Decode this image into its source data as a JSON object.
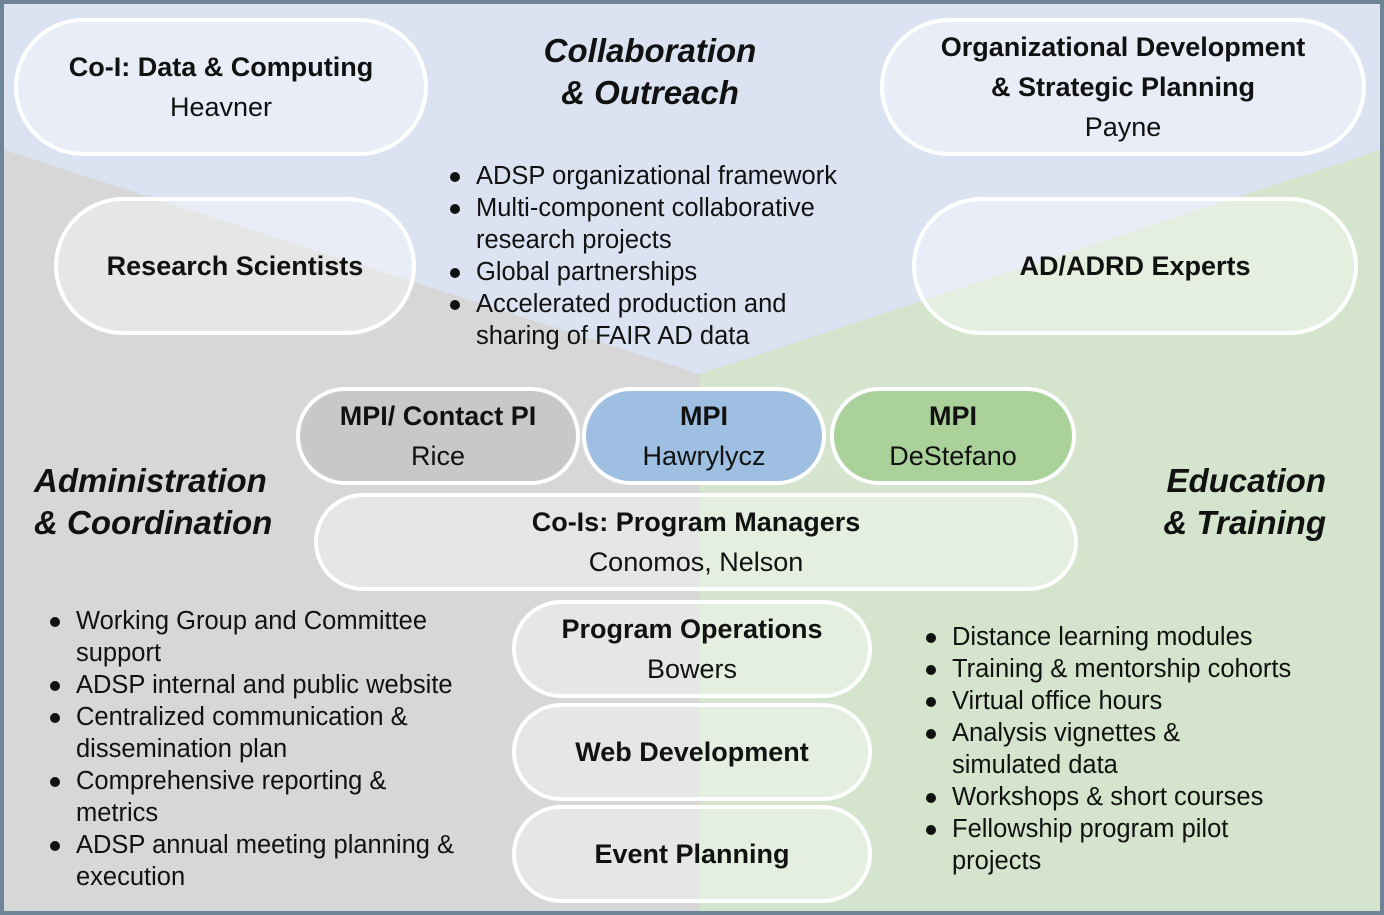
{
  "colors": {
    "top_region": "#dbe3f2",
    "left_region": "#d7d7d7",
    "right_region": "#d5e5cd",
    "frame_border": "#6f8496",
    "mpi_rice": "#c8c8c8",
    "mpi_hawrylycz": "#9ebfe2",
    "mpi_destefano": "#aad19a"
  },
  "sections": {
    "collaboration": {
      "line1": "Collaboration",
      "line2": "& Outreach"
    },
    "administration": {
      "line1": "Administration",
      "line2": "& Coordination"
    },
    "education": {
      "line1": "Education",
      "line2": "& Training"
    }
  },
  "pills": {
    "data_computing": {
      "title": "Co-I: Data & Computing",
      "name": "Heavner"
    },
    "org_dev": {
      "title_line1": "Organizational Development",
      "title_line2": "& Strategic Planning",
      "name": "Payne"
    },
    "research_scientists": {
      "title": "Research Scientists"
    },
    "adrd_experts": {
      "title": "AD/ADRD Experts"
    },
    "mpi_rice": {
      "title": "MPI/ Contact PI",
      "name": "Rice"
    },
    "mpi_hawrylycz": {
      "title": "MPI",
      "name": "Hawrylycz"
    },
    "mpi_destefano": {
      "title": "MPI",
      "name": "DeStefano"
    },
    "program_managers": {
      "title": "Co-Is: Program Managers",
      "name": "Conomos, Nelson"
    },
    "program_operations": {
      "title": "Program Operations",
      "name": "Bowers"
    },
    "web_development": {
      "title": "Web Development"
    },
    "event_planning": {
      "title": "Event Planning"
    }
  },
  "lists": {
    "collaboration": [
      {
        "l1": "ADSP organizational framework"
      },
      {
        "l1": "Multi-component collaborative",
        "l2": "research projects"
      },
      {
        "l1": "Global partnerships"
      },
      {
        "l1": "Accelerated production and",
        "l2": "sharing of FAIR AD data"
      }
    ],
    "administration": [
      {
        "l1": "Working Group and Committee",
        "l2": "support"
      },
      {
        "l1": "ADSP internal and public website"
      },
      {
        "l1": "Centralized communication &",
        "l2": "dissemination plan"
      },
      {
        "l1": "Comprehensive reporting &",
        "l2": "metrics"
      },
      {
        "l1": "ADSP annual meeting planning &",
        "l2": "execution"
      }
    ],
    "education": [
      {
        "l1": "Distance learning modules"
      },
      {
        "l1": "Training & mentorship cohorts"
      },
      {
        "l1": "Virtual office hours"
      },
      {
        "l1": "Analysis vignettes &",
        "l2": "simulated data"
      },
      {
        "l1": "Workshops & short courses"
      },
      {
        "l1": "Fellowship program pilot",
        "l2": "projects"
      }
    ]
  }
}
